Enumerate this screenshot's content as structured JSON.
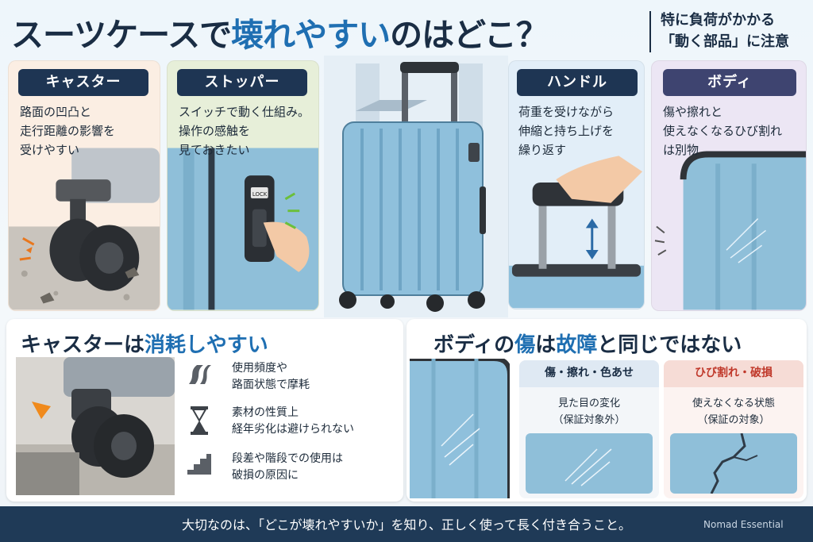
{
  "header": {
    "title_pre": "スーツケースで",
    "title_hl": "壊れやすい",
    "title_post": "のはどこ？",
    "note_line1": "特に負荷がかかる",
    "note_line2": "「動く部品」に注意"
  },
  "panels": {
    "caster": {
      "tag": "キャスター",
      "desc": [
        "路面の凹凸と",
        "走行距離の影響を",
        "受けやすい"
      ],
      "color": "#1e3553"
    },
    "stopper": {
      "tag": "ストッパー",
      "desc": [
        "スイッチで動く仕組み。",
        "操作の感触を",
        "見ておきたい"
      ],
      "color": "#1e3553",
      "lock_label": "LOCK"
    },
    "handle": {
      "tag": "ハンドル",
      "desc": [
        "荷重を受けながら",
        "伸縮と持ち上げを",
        "繰り返す"
      ],
      "color": "#1e3553"
    },
    "body": {
      "tag": "ボディ",
      "desc": [
        "傷や擦れと",
        "使えなくなるひび割れ",
        "は別物"
      ],
      "color": "#3e4470"
    }
  },
  "bottom_left": {
    "heading_pre": "キャスターは",
    "heading_hl": "消耗しやすい",
    "items": [
      {
        "icon": "road-icon",
        "lines": [
          "使用頻度や",
          "路面状態で摩耗"
        ]
      },
      {
        "icon": "hourglass-icon",
        "lines": [
          "素材の性質上",
          "経年劣化は避けられない"
        ]
      },
      {
        "icon": "stairs-icon",
        "lines": [
          "段差や階段での使用は",
          "破損の原因に"
        ]
      }
    ]
  },
  "bottom_right": {
    "heading_a": "ボディの",
    "heading_b": "傷",
    "heading_c": "は",
    "heading_d": "故障",
    "heading_e": "と同じではない",
    "left_box": {
      "title": "傷・擦れ・色あせ",
      "lines": [
        "見た目の変化",
        "（保証対象外）"
      ],
      "color": "#1a2d44"
    },
    "right_box": {
      "title": "ひび割れ・破損",
      "lines": [
        "使えなくなる状態",
        "（保証の対象）"
      ],
      "color": "#c0392b"
    }
  },
  "footer": {
    "text": "大切なのは、「どこが壊れやすいか」を知り、正しく使って長く付き合うこと。",
    "brand": "Nomad Essential"
  },
  "colors": {
    "accent": "#1f6fb2",
    "navy": "#1a2d44",
    "red": "#c0392b",
    "suitcase": "#8fc0dc"
  }
}
